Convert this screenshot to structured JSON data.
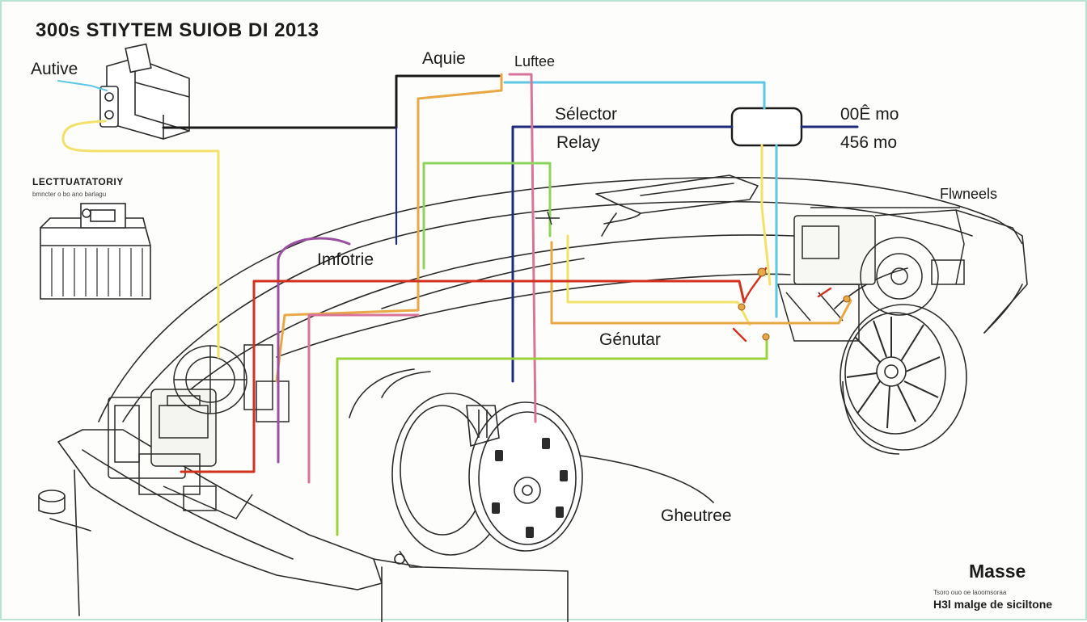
{
  "title": "300s STIYTEM SUIOB DI 2013",
  "labels": {
    "autive": "Autive",
    "aquie": "Aquie",
    "luftee": "Luftee",
    "selector": "Sélector",
    "relay": "Relay",
    "value_top": "00Ê mo",
    "value_bottom": "456 mo",
    "battery_title": "LECTTUATATORIY",
    "battery_caption": "bmncter o bo ano barlagu",
    "flywheels": "Flwneels",
    "imfotrie": "Imfotrie",
    "genutar": "Génutar",
    "gheutree": "Gheutree",
    "masse": "Masse",
    "footnote_small": "Tsoro ouo oe laoomsoraa",
    "footnote": "H3l malge de siciltone"
  },
  "wire_colors": {
    "black": "#1a1a1a",
    "navy": "#1f2a7a",
    "cyan": "#5cc8e6",
    "yellow": "#f2e26a",
    "orange": "#e8a845",
    "pink": "#d8739a",
    "purple": "#9a4fa0",
    "red": "#d0321f",
    "green": "#9bd33a",
    "light_green": "#8ed45c"
  }
}
